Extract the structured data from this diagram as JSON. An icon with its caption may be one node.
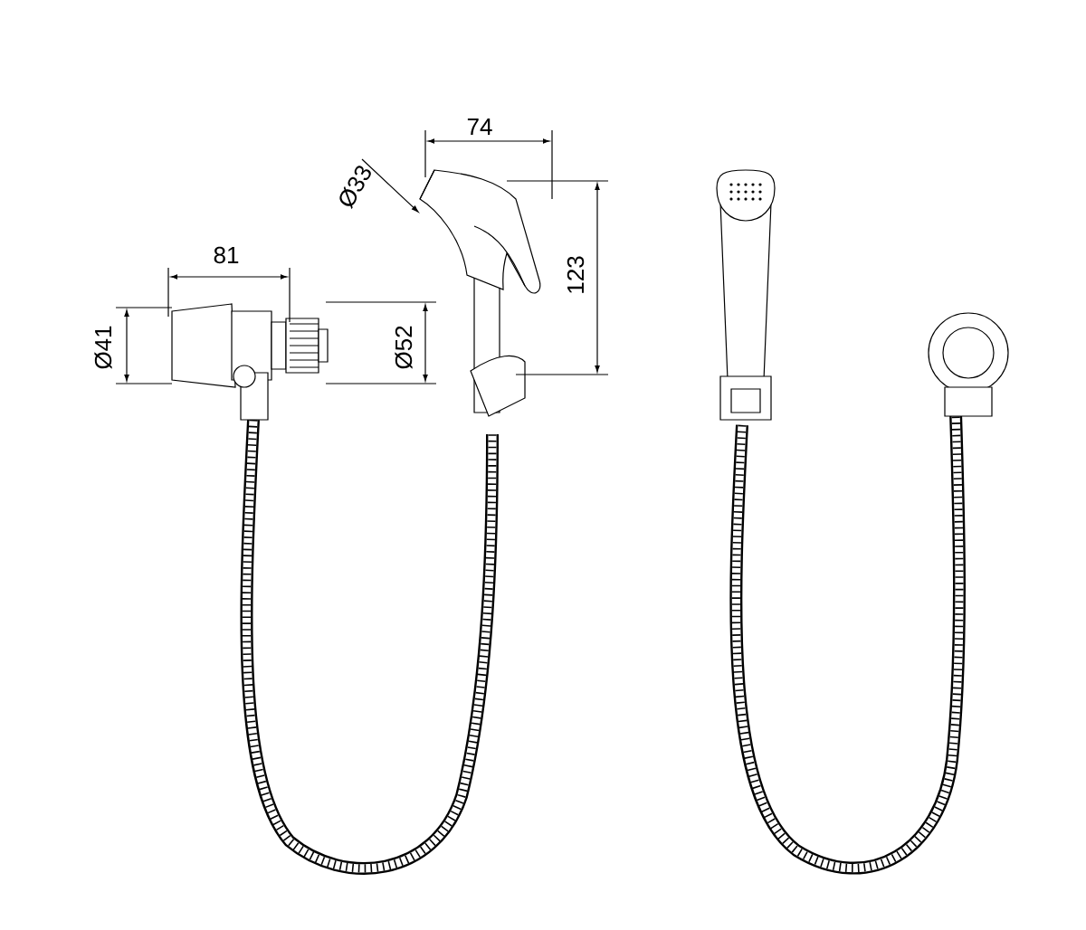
{
  "diagram": {
    "labels": [
      "74",
      "Ø33",
      "81",
      "123",
      "Ø41",
      "Ø52"
    ]
  }
}
